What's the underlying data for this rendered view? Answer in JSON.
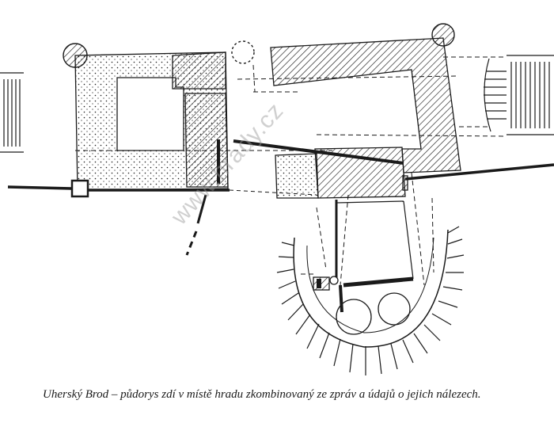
{
  "caption": "Uherský Brod – půdorys zdí v místě hradu zkombinovaný ze zpráv a údajů o jejich nálezech.",
  "watermark": "www.hrady.cz",
  "legend_fills": {
    "stipple": "dotted fill",
    "hatch": "diagonal hatch"
  },
  "colors": {
    "ink": "#1a1a1a",
    "paper": "#ffffff",
    "watermark": "#969696"
  }
}
